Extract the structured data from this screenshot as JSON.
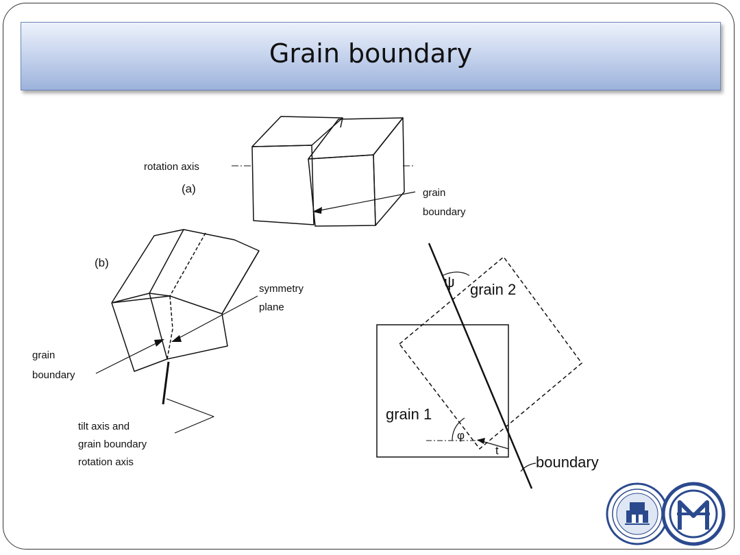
{
  "slide": {
    "title": "Grain boundary"
  },
  "figure_a": {
    "panel_label": "(a)",
    "rotation_axis_label": "rotation axis",
    "grain_boundary_label_1": "grain",
    "grain_boundary_label_2": "boundary"
  },
  "figure_b": {
    "panel_label": "(b)",
    "symmetry_plane_label_1": "symmetry",
    "symmetry_plane_label_2": "plane",
    "grain_boundary_label_1": "grain",
    "grain_boundary_label_2": "boundary",
    "tilt_axis_label_1": "tilt axis and",
    "tilt_axis_label_2": "grain boundary",
    "tilt_axis_label_3": "rotation axis"
  },
  "figure_c": {
    "grain1_label": "grain 1",
    "grain2_label": "grain 2",
    "boundary_label": "boundary",
    "psi_symbol": "ψ",
    "phi_symbol": "φ",
    "t_symbol": "t"
  },
  "colors": {
    "title_gradient_top": "#edf2fb",
    "title_gradient_bottom": "#9db3dc",
    "logo_blue": "#2b4a8e"
  },
  "icons": {
    "logo_left": "university-seal-logo",
    "logo_right": "monogram-logo"
  }
}
